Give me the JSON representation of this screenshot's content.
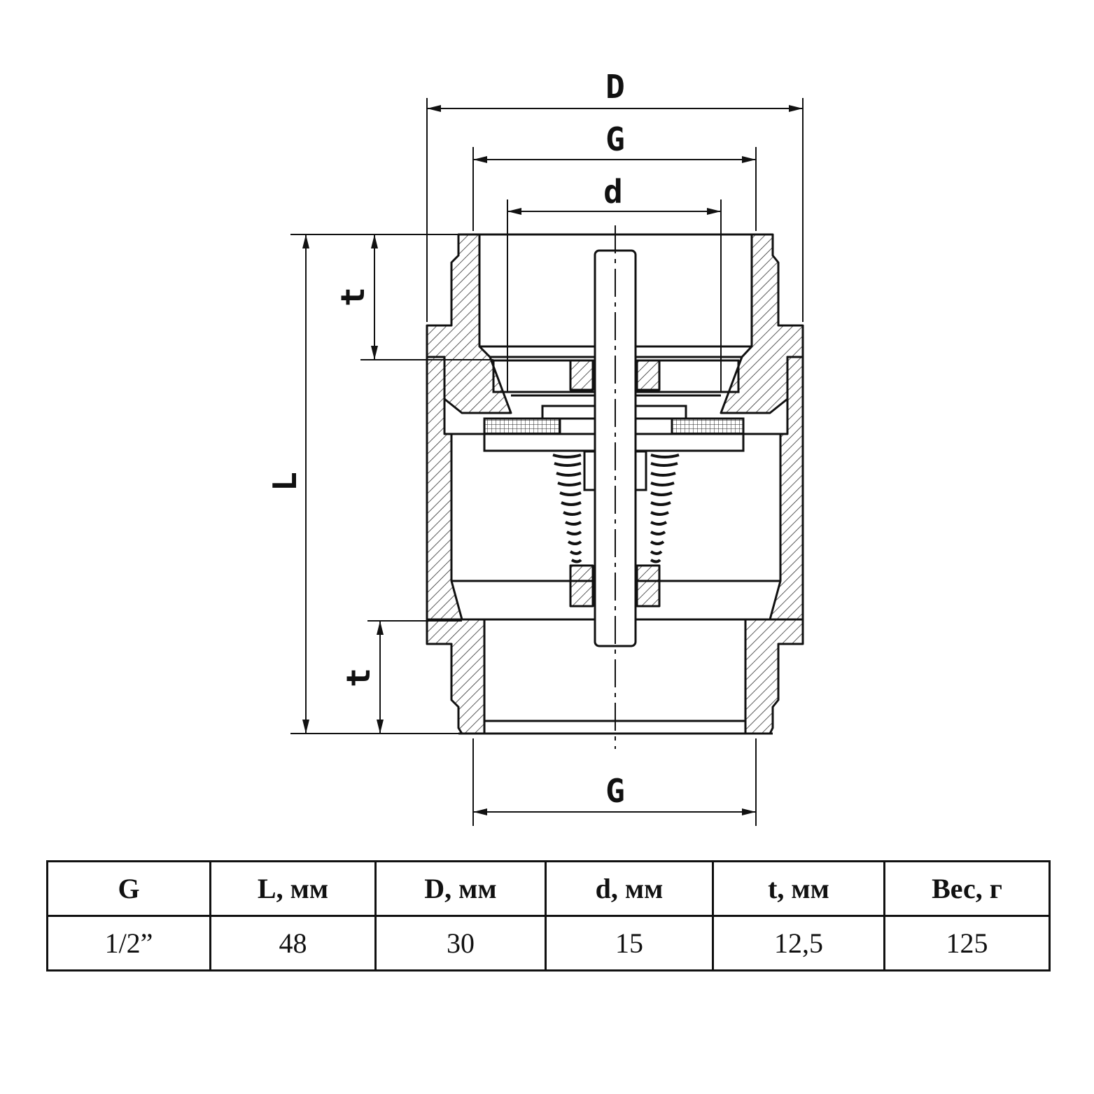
{
  "drawing": {
    "dimension_labels": {
      "D": "D",
      "G_top": "G",
      "d": "d",
      "t_top": "t",
      "L": "L",
      "t_bottom": "t",
      "G_bottom": "G"
    }
  },
  "spec_table": {
    "headers": [
      "G",
      "L, мм",
      "D, мм",
      "d, мм",
      "t, мм",
      "Вес, г"
    ],
    "rows": [
      [
        "1/2”",
        "48",
        "30",
        "15",
        "12,5",
        "125"
      ]
    ]
  }
}
